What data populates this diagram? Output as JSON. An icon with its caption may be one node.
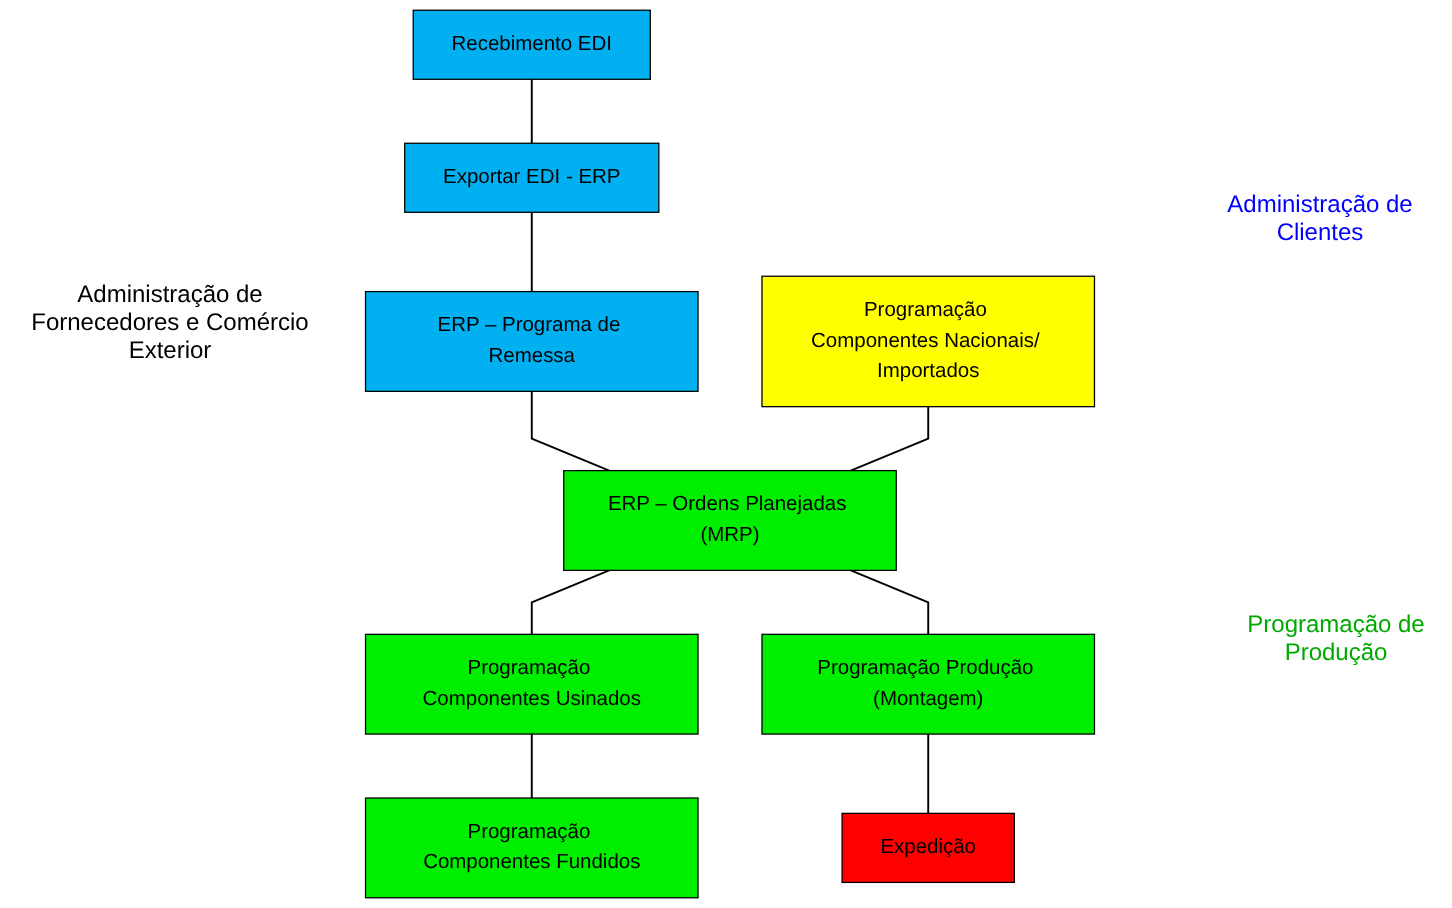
{
  "diagram": {
    "nodes": [
      {
        "text": [
          "Recebimento EDI"
        ]
      },
      {
        "text": [
          "Exportar EDI - ERP"
        ]
      },
      {
        "text": [
          "ERP – Programa de Remessa"
        ]
      },
      {
        "text": [
          "Programação Componentes Nacionais/ Importados"
        ]
      },
      {
        "text": [
          "ERP – Ordens Planejadas (MRP)"
        ]
      },
      {
        "text": [
          "Programação Componentes Usinados"
        ]
      },
      {
        "text": [
          "Programação Produção (Montagem)"
        ]
      },
      {
        "text": [
          "Programação Componentes Fundidos"
        ]
      },
      {
        "text": [
          "Expedição"
        ]
      }
    ],
    "edges": [
      {
        "from": 0,
        "to": 1,
        "arrow": "none"
      },
      {
        "from": 1,
        "to": 2,
        "arrow": "none"
      },
      {
        "from": 2,
        "to": 4,
        "arrow": "none"
      },
      {
        "from": 3,
        "to": 4,
        "arrow": "none"
      },
      {
        "from": 4,
        "to": 5,
        "arrow": "none"
      },
      {
        "from": 4,
        "to": 6,
        "arrow": "none"
      },
      {
        "from": 5,
        "to": 7,
        "arrow": "none"
      },
      {
        "from": 6,
        "to": 8,
        "arrow": "none"
      }
    ],
    "labels": [
      "Administração de Clientes",
      "Administração de Fornecedores e Comércio Exterior",
      "Programação de Produção"
    ]
  }
}
